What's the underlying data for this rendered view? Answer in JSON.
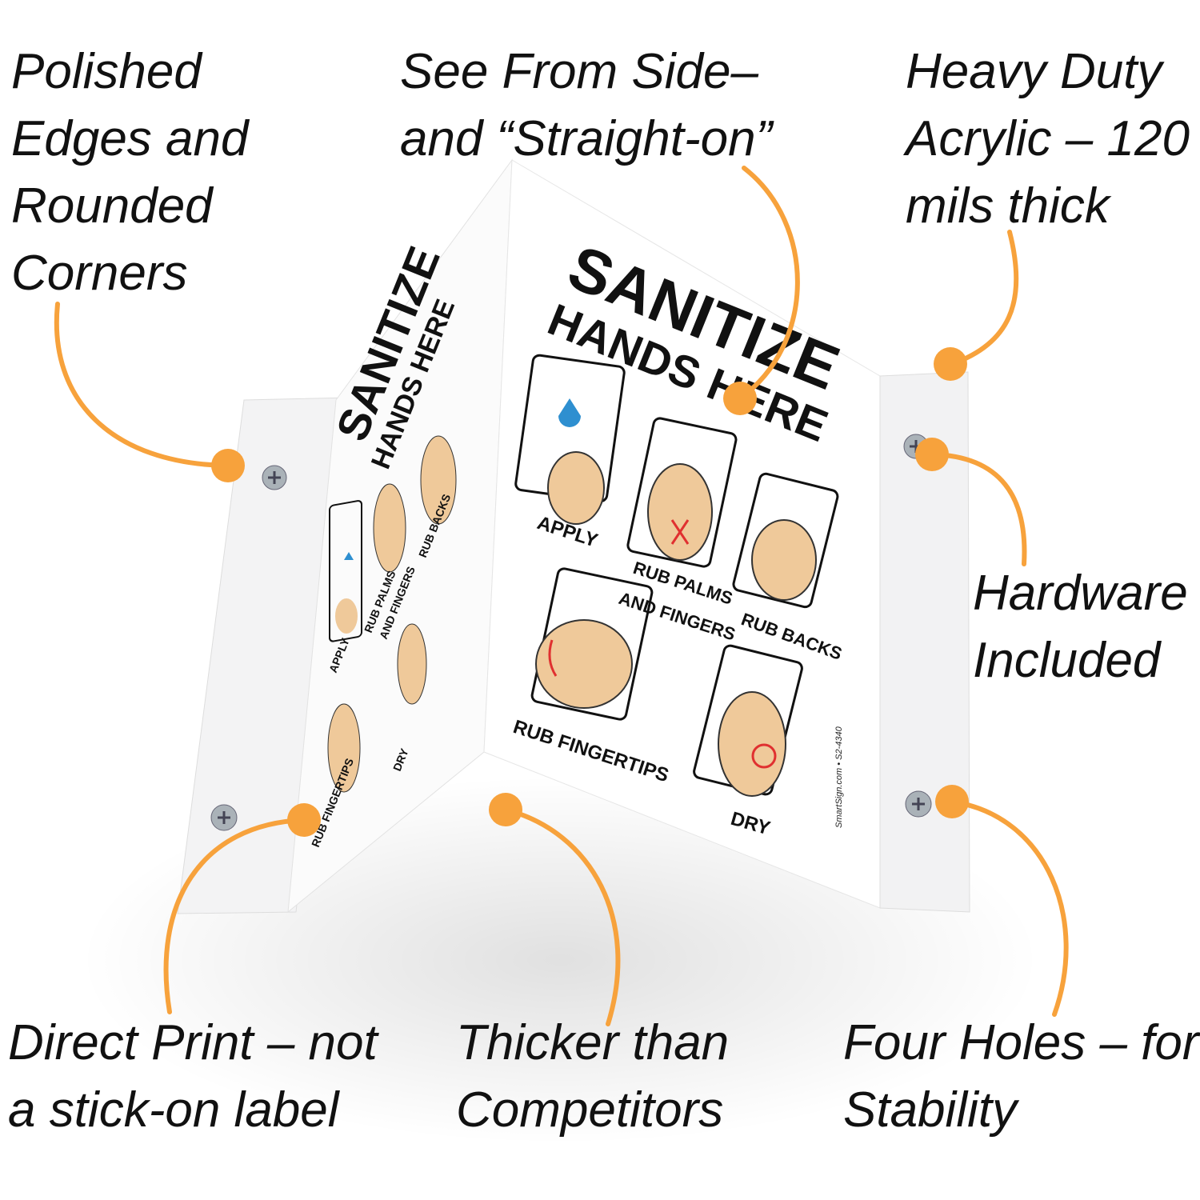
{
  "callouts": {
    "polished_edges": "Polished\nEdges and\nRounded\nCorners",
    "see_from_side": "See From Side–\nand “Straight-on”",
    "heavy_duty": "Heavy Duty\nAcrylic – 120\nmils thick",
    "hardware": "Hardware\nIncluded",
    "direct_print": "Direct Print – not\na stick-on label",
    "thicker": "Thicker than\nCompetitors",
    "four_holes": "Four Holes – for\nStability"
  },
  "sign": {
    "title": "SANITIZE",
    "subtitle": "HANDS HERE",
    "steps": [
      "APPLY",
      "RUB PALMS",
      "AND FINGERS",
      "RUB BACKS",
      "RUB FINGERTIPS",
      "DRY"
    ],
    "footer": "SmartSign.com • S2-4340"
  },
  "colors": {
    "accent": "#F7A23C",
    "skin": "#EFC99A",
    "soap": "#2E8FD0",
    "arrow": "#E03030"
  }
}
